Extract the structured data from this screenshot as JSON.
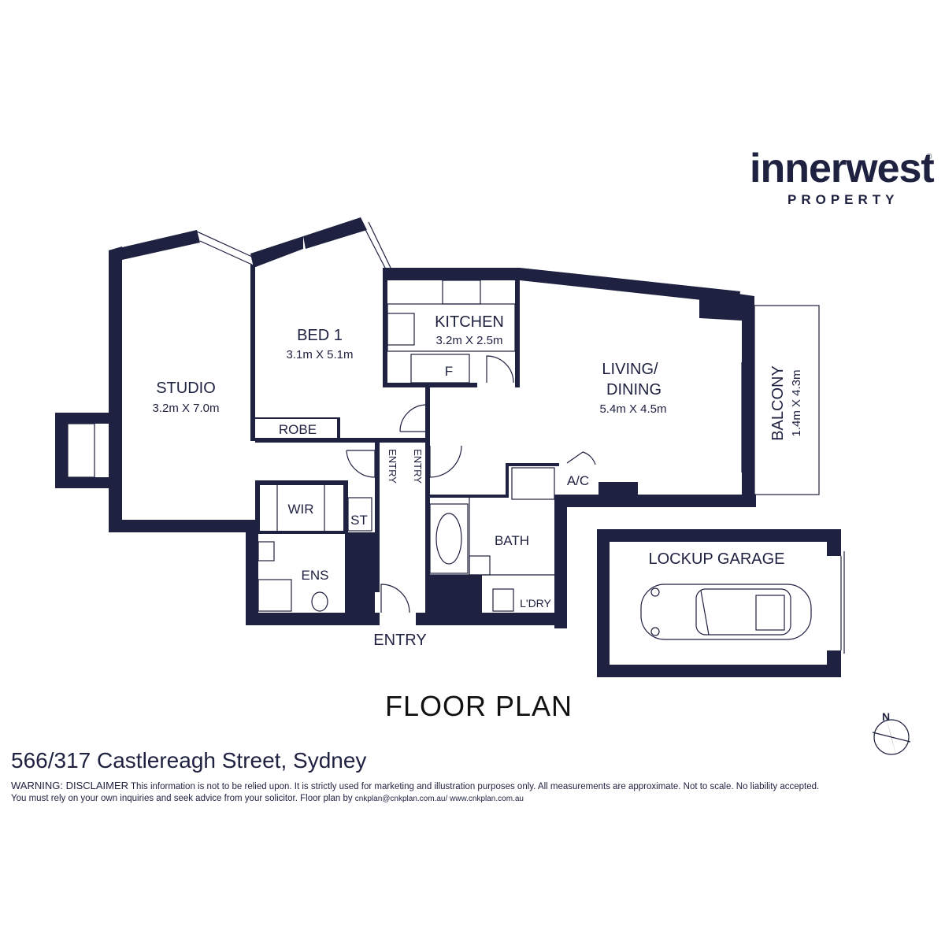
{
  "brand": {
    "name": "innerwest",
    "registered": "®",
    "subtitle": "PROPERTY"
  },
  "rooms": {
    "studio": {
      "name": "STUDIO",
      "dims": "3.2m X 7.0m"
    },
    "bed1": {
      "name": "BED 1",
      "dims": "3.1m X 5.1m"
    },
    "kitchen": {
      "name": "KITCHEN",
      "dims": "3.2m X 2.5m"
    },
    "living": {
      "name_line1": "LIVING/",
      "name_line2": "DINING",
      "dims": "5.4m X 4.5m"
    },
    "balcony": {
      "name": "BALCONY",
      "dims": "1.4m X 4.3m"
    },
    "robe": "ROBE",
    "wir": "WIR",
    "st": "ST",
    "ens": "ENS",
    "bath": "BATH",
    "ldry": "L'DRY",
    "ac": "A/C",
    "fridge": "F",
    "entry_hall_1": "ENTRY",
    "entry_hall_2": "ENTRY",
    "entry_main": "ENTRY",
    "garage": "LOCKUP GARAGE"
  },
  "compass": {
    "label": "N"
  },
  "title": "FLOOR PLAN",
  "address": "566/317 Castlereagh Street, Sydney",
  "disclaimer": {
    "heading": "WARNING: DISCLAIMER",
    "line1": "This information is not to be relied upon. It is strictly used for marketing and illustration purposes only. All measurements are approximate. Not to scale. No liability accepted.",
    "line2": "You must rely on your own inquiries and seek advice from your solicitor. Floor plan by",
    "contact": "cnkplan@cnkplan.com.au/ www.cnkplan.com.au"
  },
  "colors": {
    "wall": "#1e2140",
    "background": "#ffffff"
  }
}
